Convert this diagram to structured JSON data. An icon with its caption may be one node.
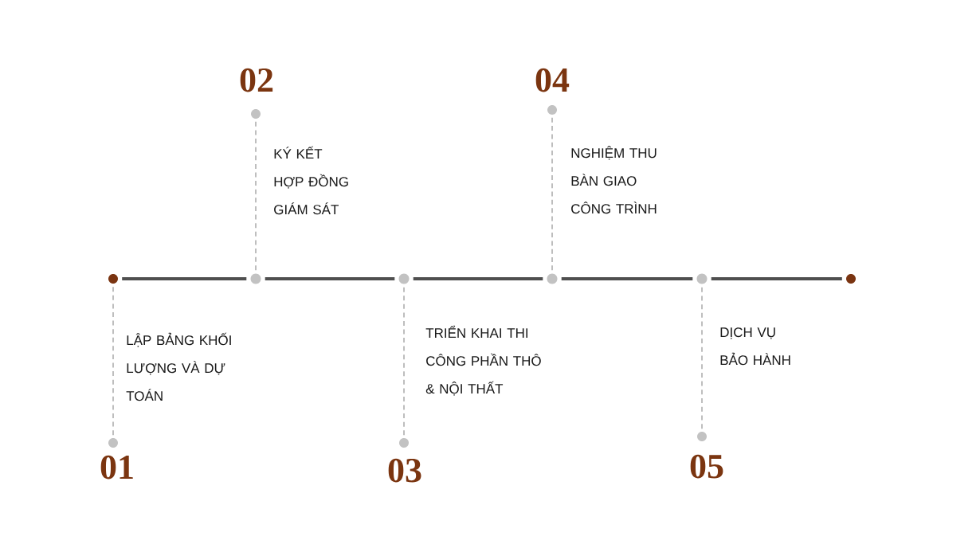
{
  "diagram": {
    "nodes": [
      {
        "text": [],
        "shape": "circle"
      },
      {
        "text": [],
        "shape": "circle"
      },
      {
        "text": [],
        "shape": "circle"
      },
      {
        "text": [],
        "shape": "circle"
      },
      {
        "text": [],
        "shape": "circle"
      },
      {
        "text": [],
        "shape": "circle"
      },
      {
        "text": [],
        "shape": "circle",
        "beside": [
          "01"
        ]
      },
      {
        "text": [],
        "shape": "circle",
        "beside": [
          "02"
        ]
      },
      {
        "text": [],
        "shape": "circle",
        "beside": [
          "03"
        ]
      },
      {
        "text": [],
        "shape": "circle",
        "beside": [
          "04"
        ]
      },
      {
        "text": [],
        "shape": "circle",
        "beside": [
          "05"
        ]
      }
    ],
    "edges": [
      {
        "from": 0,
        "to": 1,
        "arrow": "none",
        "style": "thick",
        "color": "#4f4f4f"
      },
      {
        "from": 1,
        "to": 2,
        "arrow": "none",
        "style": "thick",
        "color": "#4f4f4f"
      },
      {
        "from": 2,
        "to": 3,
        "arrow": "none",
        "style": "thick",
        "color": "#4f4f4f"
      },
      {
        "from": 3,
        "to": 4,
        "arrow": "none",
        "style": "thick",
        "color": "#4f4f4f"
      },
      {
        "from": 4,
        "to": 5,
        "arrow": "none",
        "style": "thick",
        "color": "#4f4f4f"
      },
      {
        "from": 0,
        "to": 6,
        "arrow": "none",
        "style": "dashed",
        "color": "#a3a3a3"
      },
      {
        "from": 1,
        "to": 7,
        "arrow": "none",
        "style": "dashed",
        "color": "#a3a3a3"
      },
      {
        "from": 2,
        "to": 8,
        "arrow": "none",
        "style": "dashed",
        "color": "#a3a3a3"
      },
      {
        "from": 3,
        "to": 9,
        "arrow": "none",
        "style": "dashed",
        "color": "#a3a3a3"
      },
      {
        "from": 4,
        "to": 10,
        "arrow": "none",
        "style": "dashed",
        "color": "#a3a3a3"
      }
    ],
    "labels": [
      "LẬP BẢNG KHỐI LƯỢNG VÀ DỰ TOÁN",
      "KÝ KẾT HỢP ĐỒNG GIÁM SÁT",
      "TRIỂN KHAI THI CÔNG PHẦN THÔ & NỘI THẤT",
      "NGHIỆM THU BÀN GIAO CÔNG TRÌNH",
      "DỊCH VỤ BẢO HÀNH"
    ]
  }
}
